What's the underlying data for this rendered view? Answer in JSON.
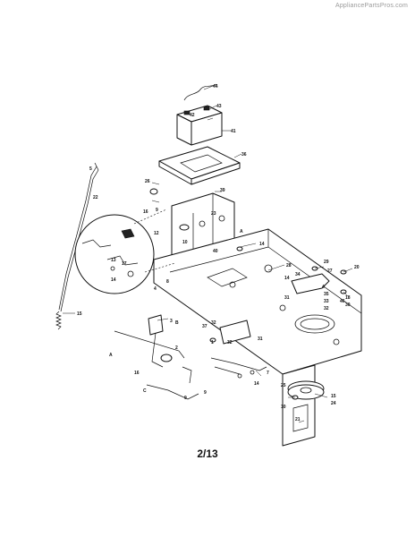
{
  "watermark": "AppliancePartsPros.com",
  "page_label": "2/13",
  "callouts": [
    "44",
    "43",
    "42",
    "41",
    "36",
    "39",
    "26",
    "16",
    "9",
    "23",
    "22",
    "12",
    "5",
    "13",
    "14",
    "17",
    "10",
    "14",
    "40",
    "4",
    "8",
    "28",
    "14",
    "15",
    "34",
    "3",
    "2",
    "9",
    "29",
    "27",
    "20",
    "4",
    "46",
    "35",
    "33",
    "32",
    "18",
    "30",
    "31",
    "37",
    "32",
    "32",
    "1",
    "31",
    "7",
    "25",
    "14",
    "24",
    "15",
    "10",
    "21",
    "A",
    "B",
    "C",
    "A",
    "16",
    "9"
  ]
}
